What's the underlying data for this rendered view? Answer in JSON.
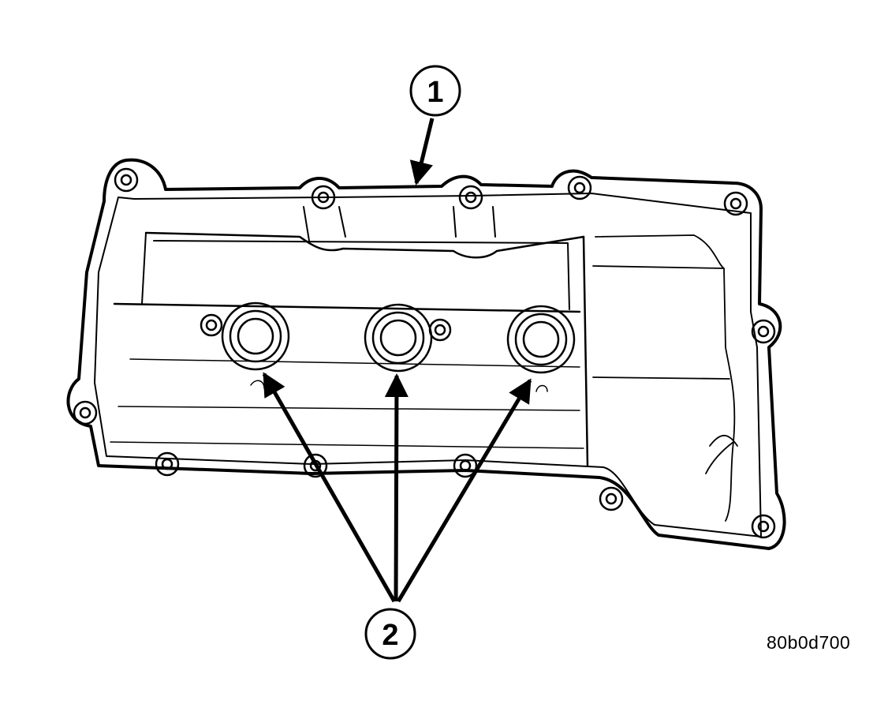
{
  "callouts": [
    {
      "number": "1"
    },
    {
      "number": "2"
    }
  ],
  "figure_id": "80b0d700",
  "colors": {
    "line": "#000000",
    "background": "#ffffff"
  }
}
